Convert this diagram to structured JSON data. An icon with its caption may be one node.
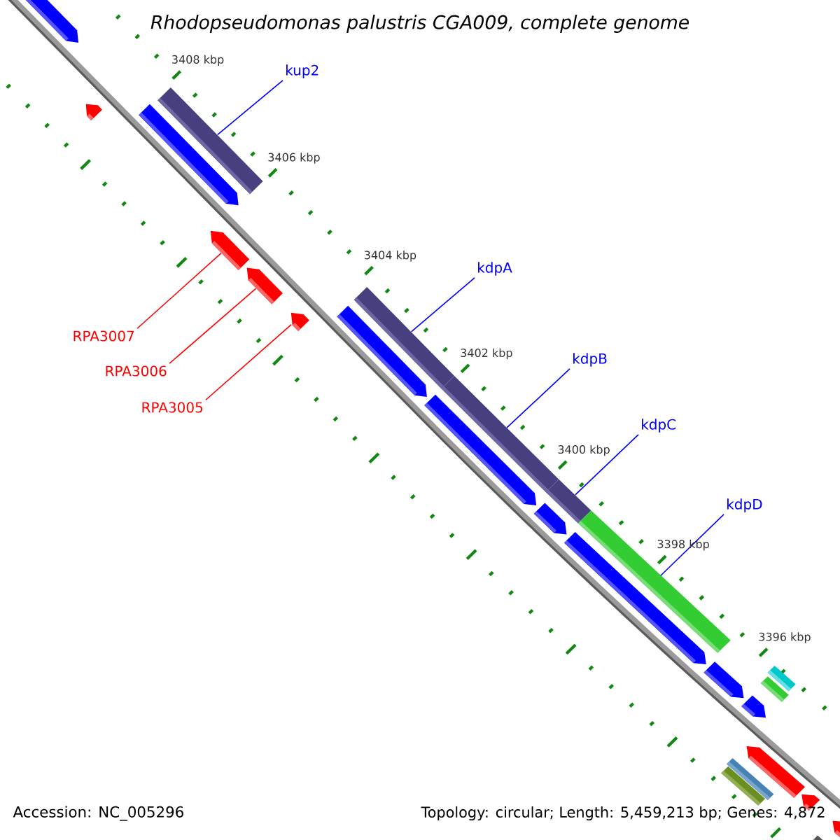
{
  "diagram": {
    "title": "Rhodopseudomonas palustris CGA009, complete genome",
    "nodes": [
      {
        "text": [],
        "shape": "pentagon"
      },
      {
        "text": [],
        "shape": "pentagon"
      },
      {
        "text": [
          "kup2"
        ]
      },
      {
        "text": [],
        "shape": "bar"
      },
      {
        "text": [],
        "shape": "pentagon"
      },
      {
        "text": [
          "RPA3007"
        ]
      },
      {
        "text": [],
        "shape": "pentagon"
      },
      {
        "text": [
          "RPA3006"
        ]
      },
      {
        "text": [],
        "shape": "pentagon"
      },
      {
        "text": [
          "RPA3005"
        ]
      },
      {
        "text": [],
        "shape": "pentagon"
      },
      {
        "text": [
          "kdpA"
        ]
      },
      {
        "text": [],
        "shape": "bar"
      },
      {
        "text": [],
        "shape": "pentagon"
      },
      {
        "text": [
          "kdpB"
        ]
      },
      {
        "text": [],
        "shape": "bar"
      },
      {
        "text": [],
        "shape": "pentagon"
      },
      {
        "text": [
          "kdpC"
        ]
      },
      {
        "text": [],
        "shape": "bar"
      },
      {
        "text": [],
        "shape": "pentagon"
      },
      {
        "text": [
          "kdpD"
        ]
      },
      {
        "text": [],
        "shape": "bar"
      },
      {
        "text": [],
        "shape": "pentagon"
      },
      {
        "text": [],
        "shape": "pentagon"
      },
      {
        "text": [],
        "shape": "bar"
      },
      {
        "text": [],
        "shape": "bar"
      },
      {
        "text": [],
        "shape": "pentagon"
      },
      {
        "text": [],
        "shape": "pentagon"
      },
      {
        "text": [],
        "shape": "bar"
      },
      {
        "text": [],
        "shape": "bar"
      },
      {
        "text": [],
        "shape": "pentagon"
      },
      {
        "text": [],
        "shape": "pentagon"
      },
      {
        "text": [],
        "shape": "bar"
      }
    ],
    "edges": [
      {
        "from": 2,
        "to": 3,
        "arrow": "none"
      },
      {
        "from": 5,
        "to": 6,
        "arrow": "none",
        "color": "#ff0000"
      },
      {
        "from": 7,
        "to": 8,
        "arrow": "none",
        "color": "#ff0000"
      },
      {
        "from": 9,
        "to": 10,
        "arrow": "none",
        "color": "#ff0000"
      },
      {
        "from": 11,
        "to": 12,
        "arrow": "none"
      },
      {
        "from": 14,
        "to": 15,
        "arrow": "none"
      },
      {
        "from": 17,
        "to": 18,
        "arrow": "none"
      },
      {
        "from": 20,
        "to": 21,
        "arrow": "none"
      }
    ],
    "labels": [
      "3408 kbp",
      "3406 kbp",
      "3404 kbp",
      "3402 kbp",
      "3400 kbp",
      "3398 kbp",
      "3396 kbp",
      "Accession: NC_005296",
      "Topology: circular; Length: 5,459,213 bp; Genes: 4,872"
    ]
  }
}
